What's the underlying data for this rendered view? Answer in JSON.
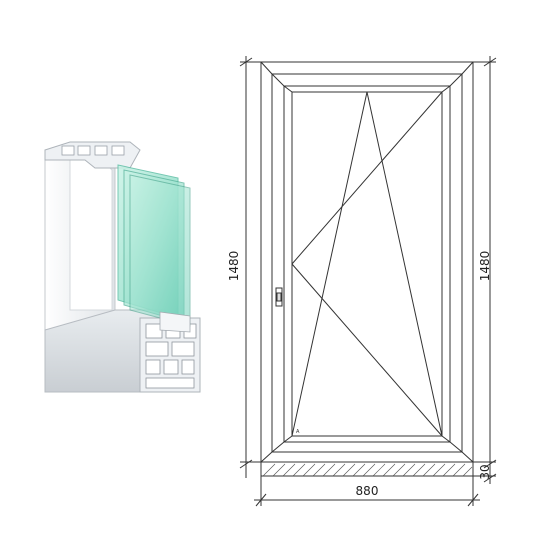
{
  "dimensions": {
    "width": "880",
    "height_left": "1480",
    "height_right": "1480",
    "sill": "30"
  },
  "sash_mark": "A",
  "colors": {
    "line": "#333333",
    "glass": "#9fe3d0",
    "profile": "#f2f4f6"
  },
  "icons": [
    "window-profile-cross-section",
    "handle-icon"
  ]
}
